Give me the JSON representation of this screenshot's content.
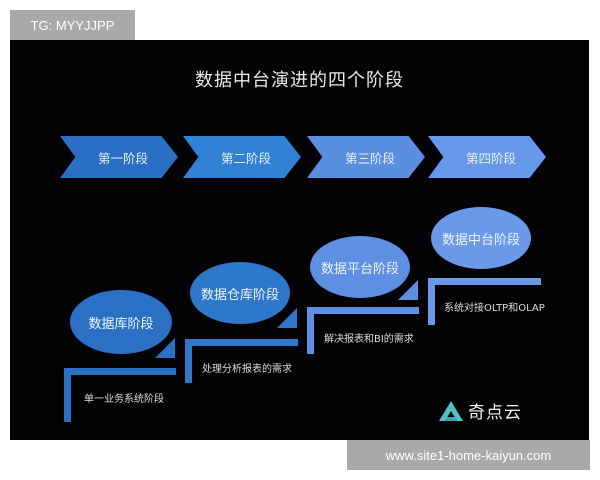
{
  "watermarks": {
    "top": "TG: MYYJJPP",
    "bottom": "www.site1-home-kaiyun.com"
  },
  "diagram": {
    "title": "数据中台演进的四个阶段",
    "phases": [
      {
        "label": "第一阶段",
        "color": "#2a6fc4"
      },
      {
        "label": "第二阶段",
        "color": "#3181d6"
      },
      {
        "label": "第三阶段",
        "color": "#5a8fe0"
      },
      {
        "label": "第四阶段",
        "color": "#6698ec"
      }
    ],
    "stages": [
      {
        "name": "数据库阶段",
        "description": "单一业务系统阶段",
        "color": "#2c70c6"
      },
      {
        "name": "数据仓库阶段",
        "description": "处理分析报表的需求",
        "color": "#2e78cc"
      },
      {
        "name": "数据平台阶段",
        "description": "解决报表和BI的需求",
        "color": "#5d8fe2"
      },
      {
        "name": "数据中台阶段",
        "description": "系统对接OLTP和OLAP",
        "color": "#6a99ea"
      }
    ]
  },
  "brand": {
    "logo_icon": "triangle-logo-icon",
    "name": "奇点云",
    "accent": "#4fc1c9"
  }
}
